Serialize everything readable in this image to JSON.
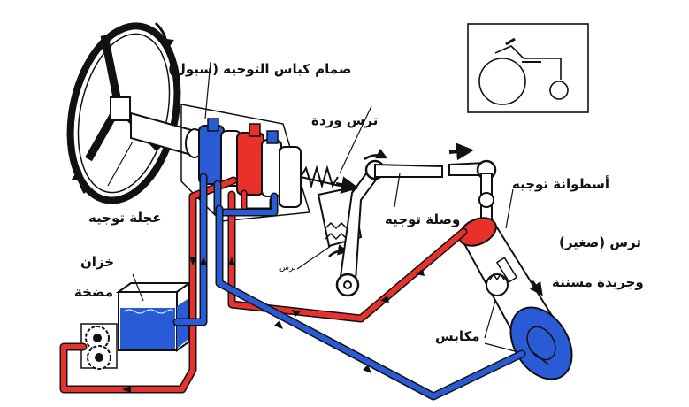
{
  "labels": {
    "spool_valve": "صمام كباس التوجيه (سبول)",
    "rose_gear": "ترس وردة",
    "steering_cylinder": "أسطوانة توجيه",
    "steering_link": "وصلة توجيه",
    "steering_wheel": "عجلة توجيه",
    "tank_line1": "خزان",
    "tank_line2": "مضخة",
    "pinion_line1": "ترس (صغير)",
    "pinion_line2": "وجريدة مسننة",
    "piston": "مكابس",
    "gear_small": "ترس"
  },
  "colors": {
    "pressure": "#e8312a",
    "return": "#2a5bd7",
    "line": "#111111"
  }
}
